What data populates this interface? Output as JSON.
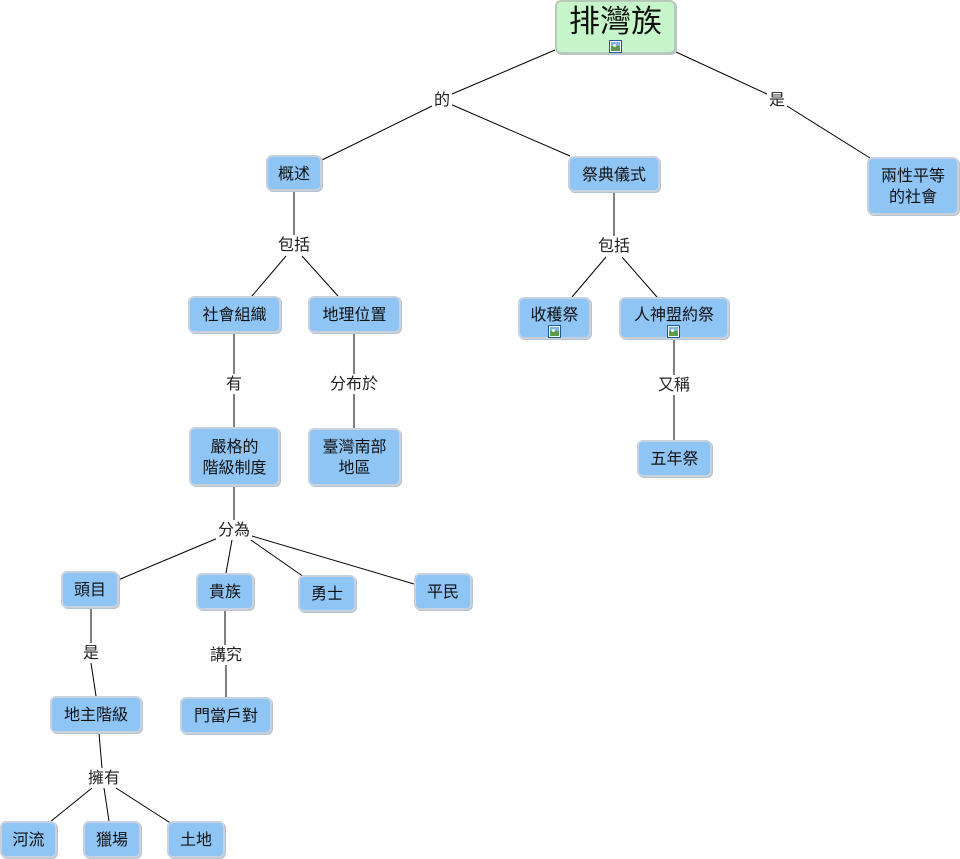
{
  "concepts": {
    "root": "排灣族",
    "overview": "概述",
    "ceremony": "祭典儀式",
    "gender_equal": "兩性平等\n的社會",
    "social_org": "社會組織",
    "geo_location": "地理位置",
    "harvest": "收穫祭",
    "covenant": "人神盟約祭",
    "hierarchy": "嚴格的\n階級制度",
    "south_taiwan": "臺灣南部\n地區",
    "five_year": "五年祭",
    "chief": "頭目",
    "noble": "貴族",
    "warrior": "勇士",
    "commoner": "平民",
    "landlord": "地主階級",
    "matching_family": "門當戶對",
    "river": "河流",
    "hunting_ground": "獵場",
    "land": "土地"
  },
  "links": {
    "of": "的",
    "is_1": "是",
    "includes_1": "包括",
    "includes_2": "包括",
    "has": "有",
    "distributed_in": "分布於",
    "aka": "又稱",
    "divided_into": "分為",
    "is_2": "是",
    "emphasize": "講究",
    "own": "擁有"
  },
  "icons": {
    "root": "image-icon",
    "harvest": "image-icon",
    "covenant": "image-icon"
  },
  "colors": {
    "concept_fill": "#8fc5f5",
    "root_fill": "#c6f5c9",
    "node_border": "#c9d2dc",
    "line": "#000000"
  }
}
